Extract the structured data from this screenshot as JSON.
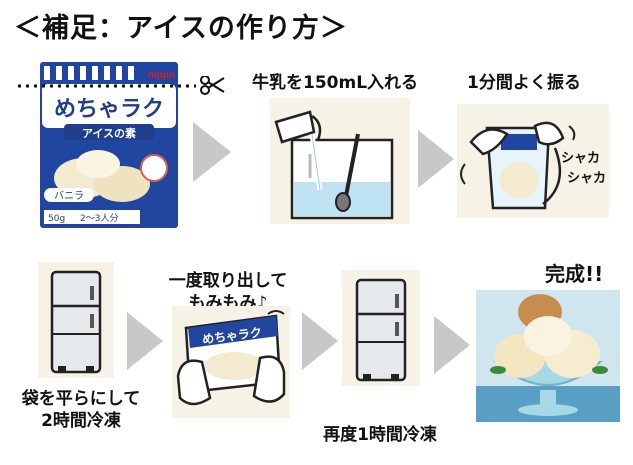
{
  "title": "＜補足：アイスの作り方＞",
  "steps": {
    "pour": "牛乳を150mL入れる",
    "shake": "1分間よく振る",
    "freeze1_line1": "袋を平らにして",
    "freeze1_line2": "2時間冷凍",
    "knead_line1": "一度取り出して",
    "knead_line2": "もみもみ♪",
    "freeze2": "再度1時間冷凍",
    "done": "完成!!"
  },
  "package": {
    "brand": "nippn",
    "name_top": "めちゃラク",
    "name_bottom": "アイスの素",
    "flavor": "バニラ",
    "weight": "50g",
    "servings": "2〜3人分"
  },
  "sound": {
    "line1": "シャカ",
    "line2": "シャカ"
  },
  "knead_bag_label": "めちゃラク",
  "colors": {
    "arrow": "#c8c8c8",
    "panel_bg": "#f7f2e6",
    "package_blue": "#1f3f8c"
  }
}
